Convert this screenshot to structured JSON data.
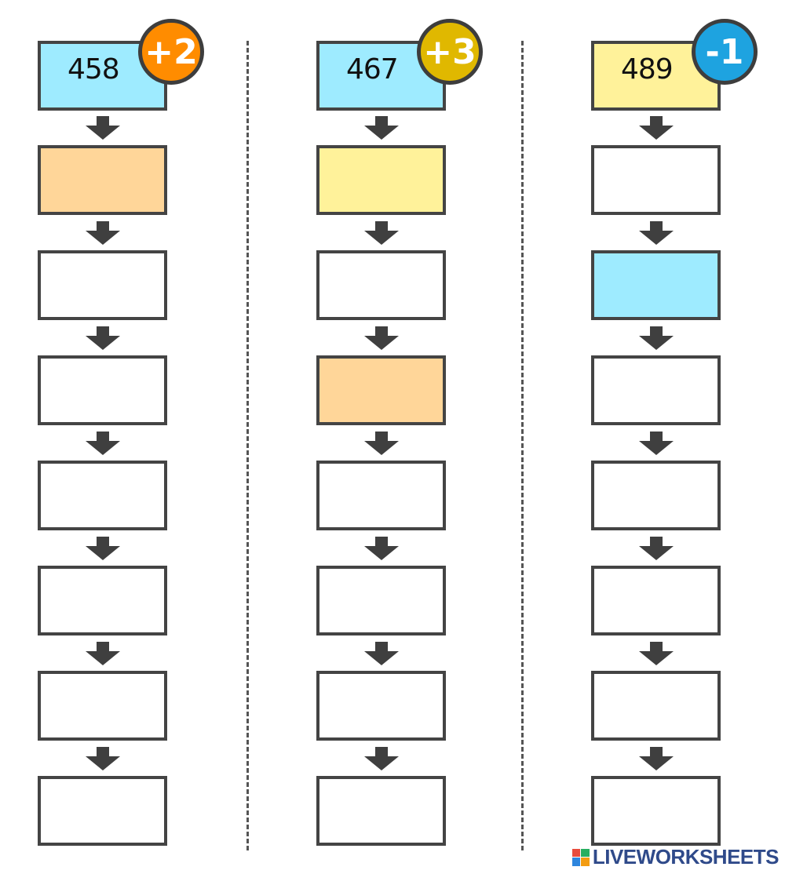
{
  "colors": {
    "border": "#444444",
    "blue": "#9eebff",
    "peach": "#ffd699",
    "yellow": "#fff29a",
    "white": "#ffffff",
    "arrow": "#3f3f3f",
    "badge_orange": "#ff8c00",
    "badge_gold": "#e0b800",
    "badge_blue": "#1ea3e0"
  },
  "columns": [
    {
      "start_value": "458",
      "rule": "+2",
      "badge_color": "#ff8c00",
      "box_colors": [
        "#9eebff",
        "#ffd699",
        "#ffffff",
        "#ffffff",
        "#ffffff",
        "#ffffff",
        "#ffffff",
        "#ffffff"
      ]
    },
    {
      "start_value": "467",
      "rule": "+3",
      "badge_color": "#e0b800",
      "box_colors": [
        "#9eebff",
        "#fff29a",
        "#ffffff",
        "#ffd699",
        "#ffffff",
        "#ffffff",
        "#ffffff",
        "#ffffff"
      ]
    },
    {
      "start_value": "489",
      "rule": "-1",
      "badge_color": "#1ea3e0",
      "box_colors": [
        "#fff29a",
        "#ffffff",
        "#9eebff",
        "#ffffff",
        "#ffffff",
        "#ffffff",
        "#ffffff",
        "#ffffff"
      ]
    }
  ],
  "icons": {
    "arrow": "arrow-down-icon",
    "logo": "liveworksheets-logo-icon"
  },
  "footer": {
    "brand": "LIVEWORKSHEETS"
  }
}
